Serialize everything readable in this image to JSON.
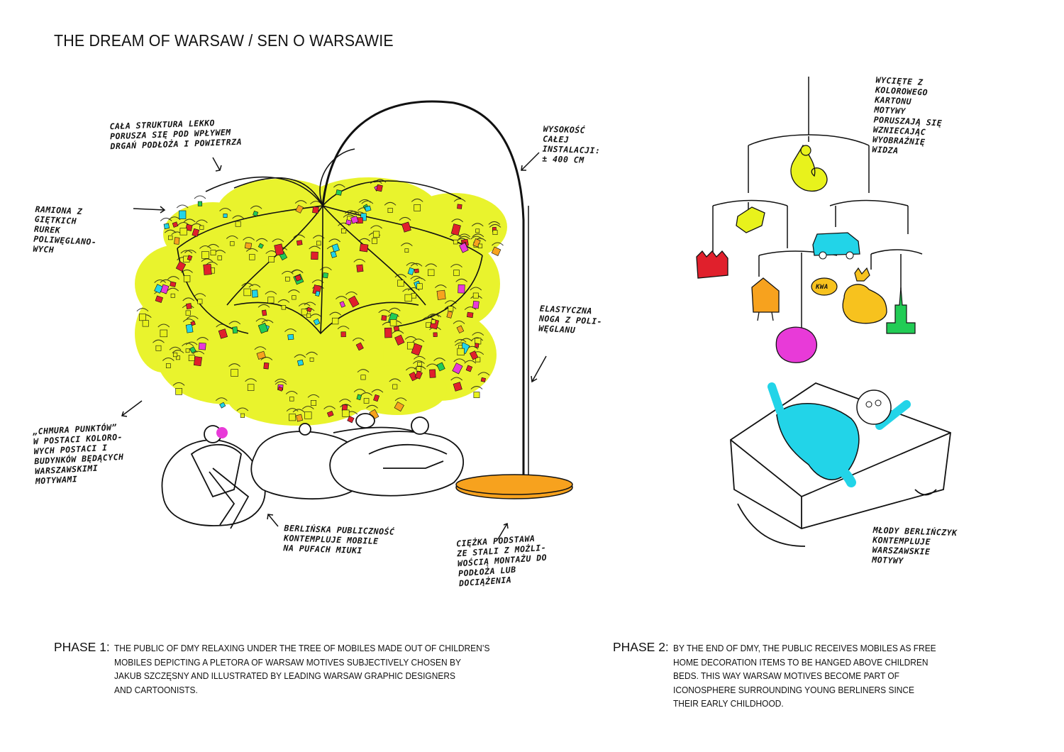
{
  "title": "THE DREAM OF WARSAW / SEN O WARSAWIE",
  "annotations_left": {
    "structure_moves": "CAŁA STRUKTURA LEKKO\nPORUSZA SIĘ POD WPŁYWEM\nDRGAŃ PODŁOŻA I POWIETRZA",
    "arms": "RAMIONA Z\nGIĘTKICH\nRUREK\nPOLIWĘGLANO-\nWYCH",
    "height": "WYSOKOŚĆ\nCAŁEJ\nINSTALACJI:\n± 400 CM",
    "leg": "ELASTYCZNA\nNOGA Z POLI-\nWĘGLANU",
    "cloud": "„CHMURA PUNKTÓW”\nW POSTACI KOLORO-\nWYCH POSTACI I\nBUDYNKÓW BĘDĄCYCH\nWARSZAWSKIMI\nMOTYWAMI",
    "public": "BERLIŃSKA PUBLICZNOŚĆ\nKONTEMPLUJE MOBILE\nNA PUFACH MIUKI",
    "base": "CIĘŻKA PODSTAWA\nZE STALI Z MOŻLI-\nWOŚCIĄ MONTAŻU DO\nPODŁOŻA LUB\nDOCIĄŻENIA"
  },
  "annotations_right": {
    "cut_out": "WYCIĘTE Z\nKOLOROWEGO\nKARTONU\nMOTYWY\nPORUSZAJĄ SIĘ\nWZNIECAJĄC\nWYOBRAŹNIĘ\nWIDZA",
    "kwa": "KWA",
    "young_berliner": "MŁODY BERLIŃCZYK\nKONTEMPLUJE\nWARSZAWSKIE\nMOTYWY"
  },
  "phase1": {
    "label": "PHASE 1:",
    "text": "THE PUBLIC OF DMY RELAXING UNDER THE TREE OF MOBILES MADE OUT OF CHILDREN’S\nMOBILES DEPICTING A PLETORA OF WARSAW MOTIVES SUBJECTIVELY CHOSEN BY\nJAKUB SZCZĘSNY AND ILLUSTRATED BY LEADING WARSAW GRAPHIC DESIGNERS\nAND CARTOONISTS."
  },
  "phase2": {
    "label": "PHASE 2:",
    "text": "BY THE END OF DMY, THE PUBLIC RECEIVES MOBILES AS FREE\nHOME DECORATION ITEMS TO BE HANGED ABOVE CHILDREN\nBEDS. THIS WAY WARSAW MOTIVES BECOME PART OF\nICONOSPHERE SURROUNDING YOUNG BERLINERS SINCE\nTHEIR EARLY CHILDHOOD."
  },
  "colors": {
    "yellow": "#e8f21c",
    "red": "#e0202c",
    "green": "#22cc55",
    "cyan": "#22d4e8",
    "magenta": "#e83ad8",
    "orange": "#f7a21e",
    "blue": "#3a6fd8",
    "ink": "#111111"
  }
}
